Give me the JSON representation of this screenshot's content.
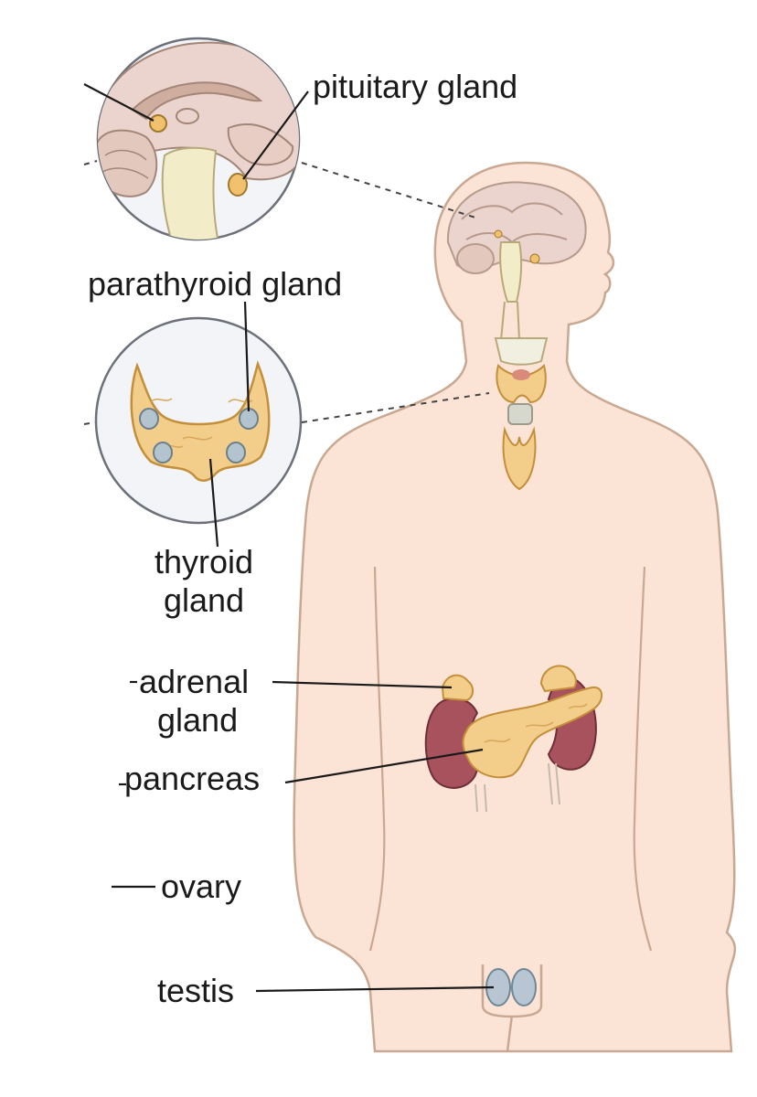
{
  "labels": {
    "pituitary": "pituitary gland",
    "parathyroid": "parathyroid gland",
    "thyroid_line1": "thyroid",
    "thyroid_line2": "gland",
    "adrenal_line1": "adrenal",
    "adrenal_line2": "gland",
    "pancreas": "pancreas",
    "ovary": "ovary",
    "testis": "testis"
  },
  "colors": {
    "skin": "#fbe3d6",
    "skin_outline": "#c9a892",
    "gland_yellow": "#f1c16e",
    "thyroid_fill": "#f3cd8a",
    "kidney": "#a8525e",
    "parathyroid_dot": "#b4c4cf",
    "testis_fill": "#b7c6d2",
    "brain_fill": "#ead4cd",
    "brain_inner": "#d9b9ad",
    "spinal": "#f2ecc9",
    "circle_bg": "#f3f4f7",
    "text": "#1a1a1a"
  }
}
